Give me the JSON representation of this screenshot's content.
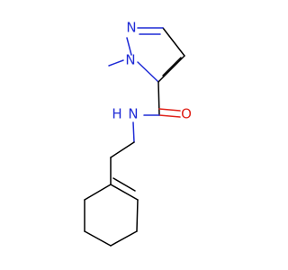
{
  "molecule": {
    "atoms": {
      "n1": "N",
      "n2": "N",
      "n_amide": "N",
      "h_amide": "H",
      "o_carbonyl": "O"
    }
  },
  "colors": {
    "bond": "#000000",
    "nitrogen": "#1f2bd6",
    "oxygen": "#e0241b",
    "background": "#ffffff"
  }
}
